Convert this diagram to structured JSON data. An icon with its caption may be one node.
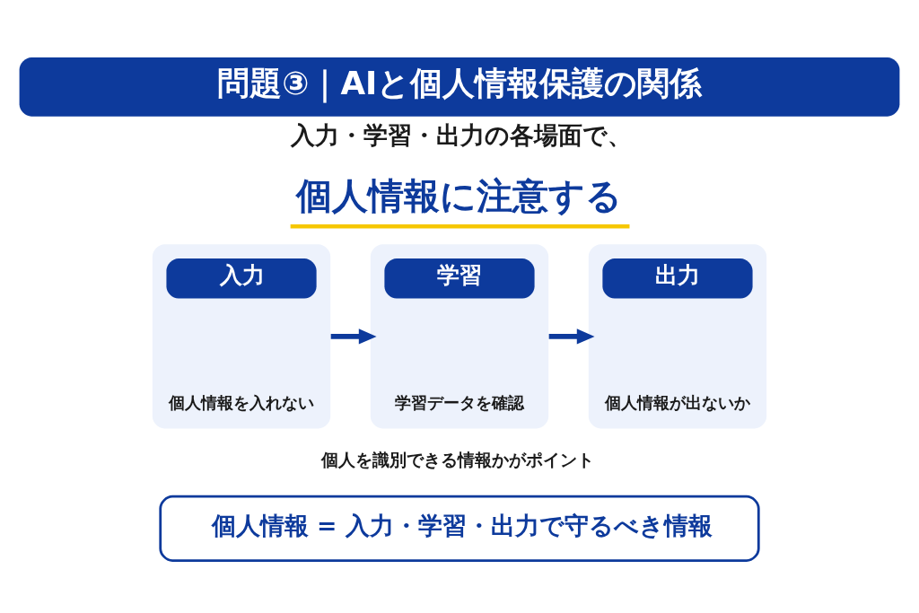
{
  "diagram": {
    "title": "問題③｜AIと個人情報保護の関係",
    "nodes": [
      {
        "text": [
          "入力",
          "個人情報を入れない"
        ]
      },
      {
        "text": [
          "学習",
          "学習データを確認"
        ]
      },
      {
        "text": [
          "出力",
          "個人情報が出ないか"
        ]
      },
      {
        "text": [
          "個人情報 = 入力・学習・出力で守るべき情報"
        ]
      }
    ],
    "edges": [
      {
        "from": 0,
        "to": 1,
        "arrow": "to"
      },
      {
        "from": 1,
        "to": 2,
        "arrow": "to"
      }
    ],
    "labels": [
      "入力・学習・出力の各場面で、",
      "個人情報に注意する",
      "個人を識別できる情報かがポイント"
    ]
  }
}
